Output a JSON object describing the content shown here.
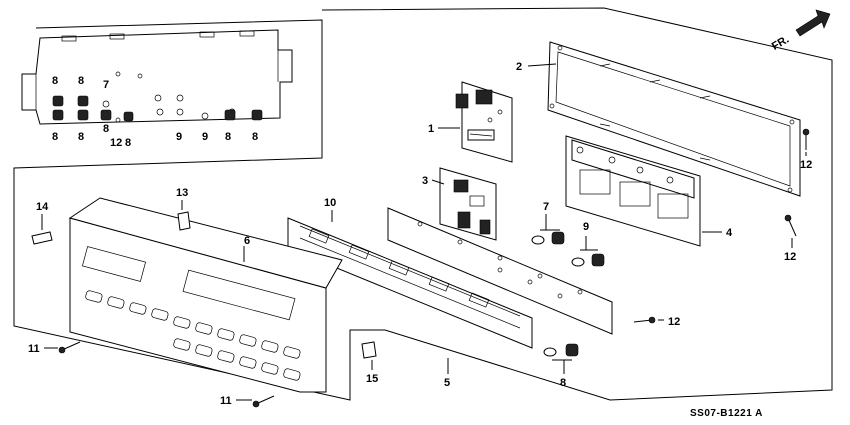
{
  "diagram": {
    "code": "SS07-B1221 A",
    "direction_label": "FR.",
    "callouts": {
      "p1": "1",
      "p2": "2",
      "p3": "3",
      "p4": "4",
      "p5": "5",
      "p6": "6",
      "p7a": "7",
      "p7b": "7",
      "p8a": "8",
      "p8b": "8",
      "p8c": "8",
      "p8d": "8",
      "p8e": "8",
      "p8f": "8",
      "p8g": "8",
      "p8h": "8",
      "p8i": "8",
      "p9a": "9",
      "p9b": "9",
      "p9c": "9",
      "p10": "10",
      "p11a": "11",
      "p11b": "11",
      "p12a": "12",
      "p12b": "12",
      "p12c": "12",
      "p12d": "12",
      "p13": "13",
      "p14": "14",
      "p15": "15"
    }
  }
}
